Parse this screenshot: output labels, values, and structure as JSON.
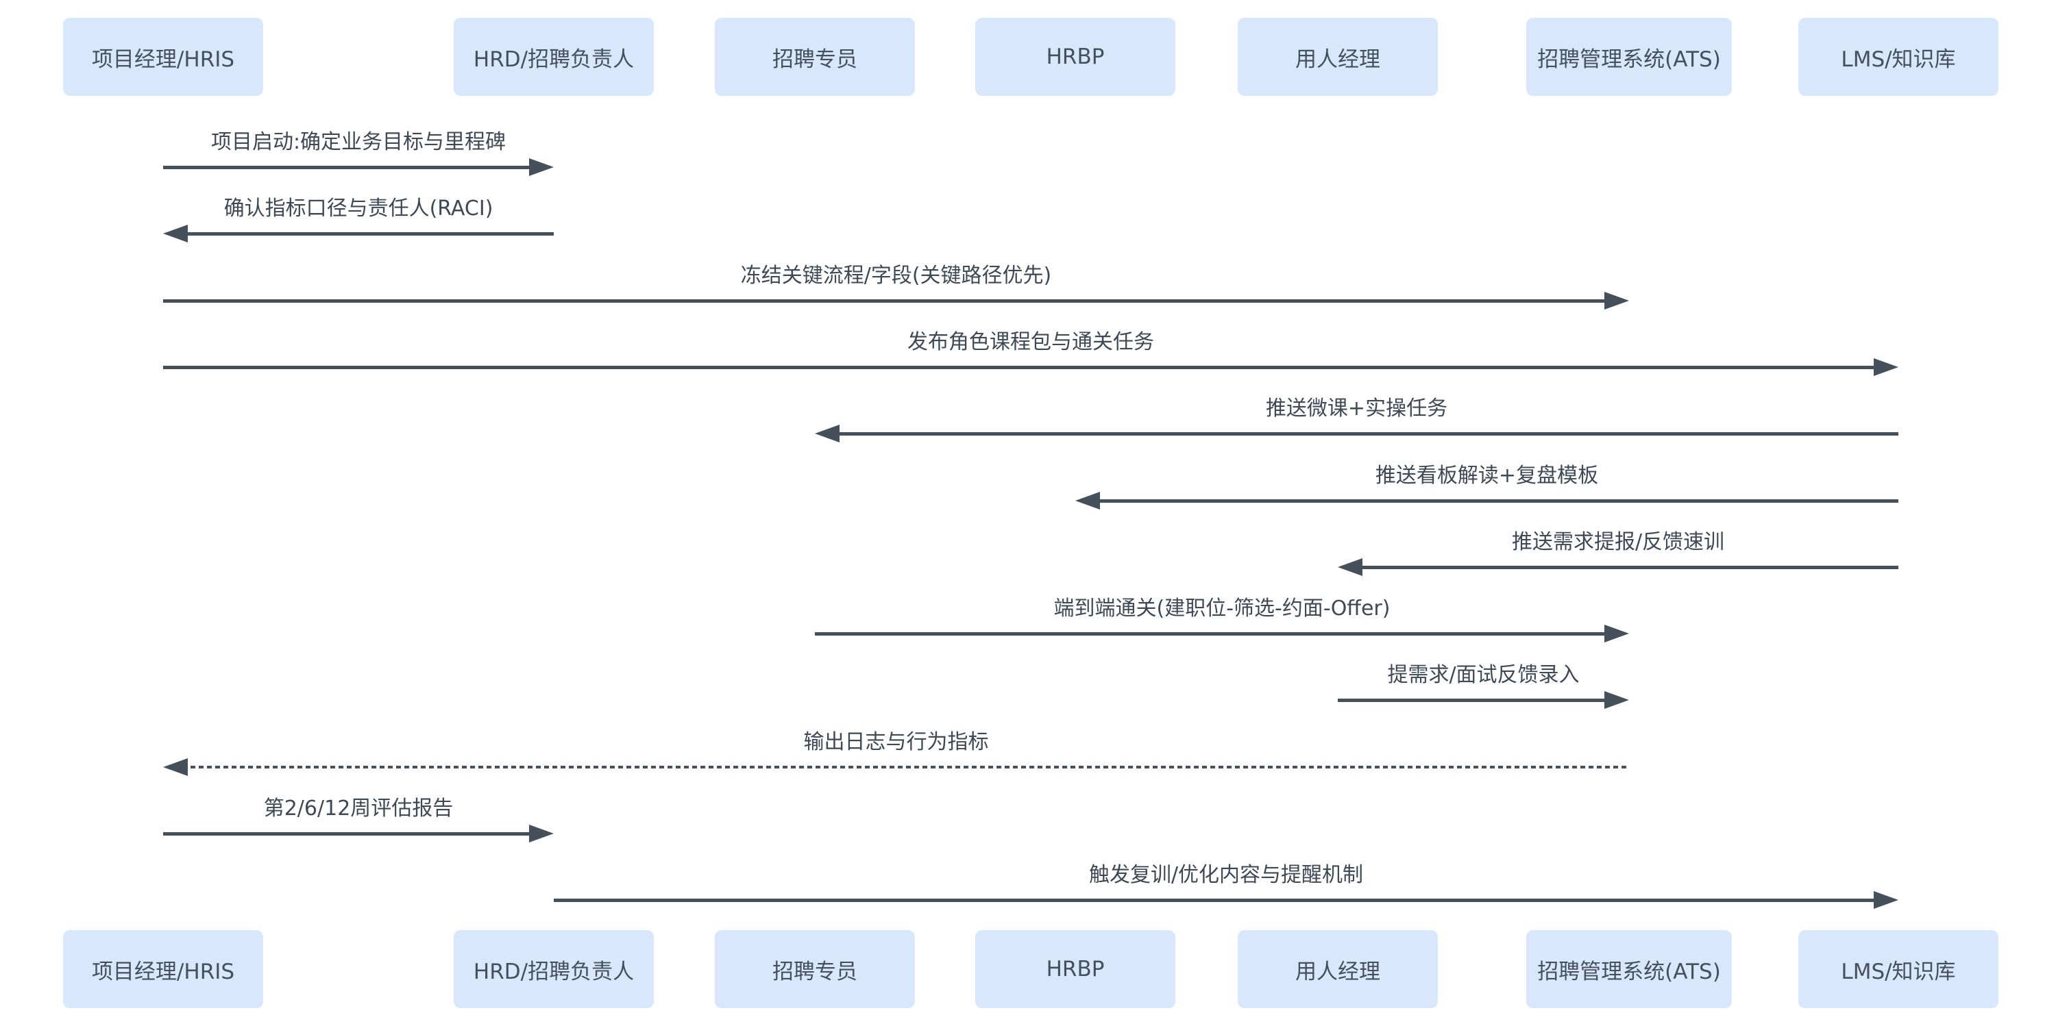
{
  "diagram_type": "sequence-diagram",
  "colors": {
    "background": "#ffffff",
    "actor_fill": "#d8e7fb",
    "actor_text": "#44505c",
    "line": "#46505b",
    "message_text": "#3e4955"
  },
  "actors": [
    {
      "id": "pm-hris",
      "label": "项目经理/HRIS"
    },
    {
      "id": "hrd-recruit-lead",
      "label": "HRD/招聘负责人"
    },
    {
      "id": "recruiter",
      "label": "招聘专员"
    },
    {
      "id": "hrbp",
      "label": "HRBP"
    },
    {
      "id": "hiring-manager",
      "label": "用人经理"
    },
    {
      "id": "ats",
      "label": "招聘管理系统(ATS)"
    },
    {
      "id": "lms-knowledge-base",
      "label": "LMS/知识库"
    }
  ],
  "messages": [
    {
      "from": 0,
      "to": 1,
      "line": "solid",
      "label": "项目启动:确定业务目标与里程碑"
    },
    {
      "from": 1,
      "to": 0,
      "line": "solid",
      "label": "确认指标口径与责任人(RACI)"
    },
    {
      "from": 0,
      "to": 5,
      "line": "solid",
      "label": "冻结关键流程/字段(关键路径优先)"
    },
    {
      "from": 0,
      "to": 6,
      "line": "solid",
      "label": "发布角色课程包与通关任务"
    },
    {
      "from": 6,
      "to": 2,
      "line": "solid",
      "label": "推送微课+实操任务"
    },
    {
      "from": 6,
      "to": 3,
      "line": "solid",
      "label": "推送看板解读+复盘模板"
    },
    {
      "from": 6,
      "to": 4,
      "line": "solid",
      "label": "推送需求提报/反馈速训"
    },
    {
      "from": 2,
      "to": 5,
      "line": "solid",
      "label": "端到端通关(建职位-筛选-约面-Offer)"
    },
    {
      "from": 4,
      "to": 5,
      "line": "solid",
      "label": "提需求/面试反馈录入"
    },
    {
      "from": 5,
      "to": 0,
      "line": "dashed",
      "label": "输出日志与行为指标"
    },
    {
      "from": 0,
      "to": 1,
      "line": "solid",
      "label": "第2/6/12周评估报告"
    },
    {
      "from": 1,
      "to": 6,
      "line": "solid",
      "label": "触发复训/优化内容与提醒机制"
    }
  ]
}
